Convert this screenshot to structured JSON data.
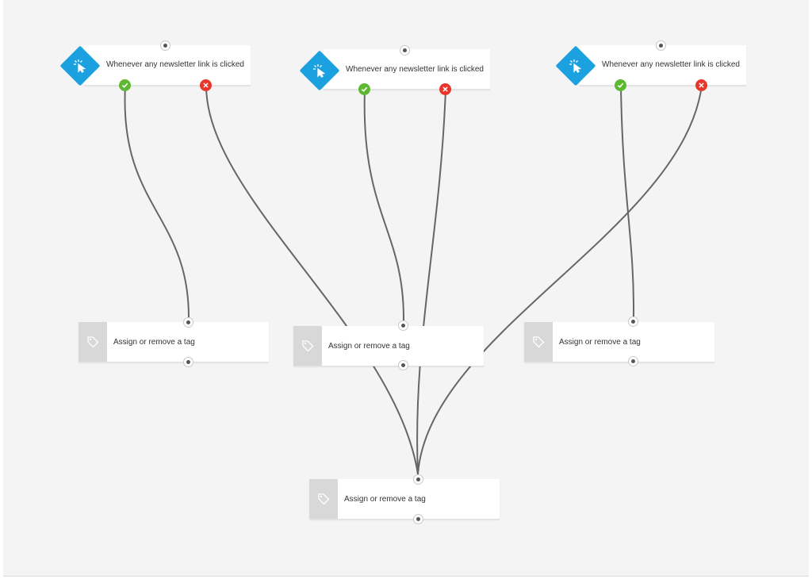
{
  "canvas": {
    "background": "#f4f4f4"
  },
  "colors": {
    "trigger": "#1ca1e0",
    "yes": "#5db832",
    "no": "#e8362a",
    "edge": "#666666",
    "action_icon_bg": "#d8d8d8"
  },
  "triggers": [
    {
      "label": "Whenever any newsletter link is clicked",
      "icon": "cursor-click-icon"
    },
    {
      "label": "Whenever any newsletter link is clicked",
      "icon": "cursor-click-icon"
    },
    {
      "label": "Whenever any newsletter link is clicked",
      "icon": "cursor-click-icon"
    }
  ],
  "actions": [
    {
      "label": "Assign or remove a tag",
      "icon": "tag-icon"
    },
    {
      "label": "Assign or remove a tag",
      "icon": "tag-icon"
    },
    {
      "label": "Assign or remove a tag",
      "icon": "tag-icon"
    },
    {
      "label": "Assign or remove a tag",
      "icon": "tag-icon"
    }
  ],
  "connections": [
    {
      "from": "trigger-1",
      "branch": "yes",
      "to": "action-1"
    },
    {
      "from": "trigger-1",
      "branch": "no",
      "to": "action-4"
    },
    {
      "from": "trigger-2",
      "branch": "yes",
      "to": "action-2"
    },
    {
      "from": "trigger-2",
      "branch": "no",
      "to": "action-4"
    },
    {
      "from": "trigger-3",
      "branch": "yes",
      "to": "action-3"
    },
    {
      "from": "trigger-3",
      "branch": "no",
      "to": "action-4"
    }
  ]
}
